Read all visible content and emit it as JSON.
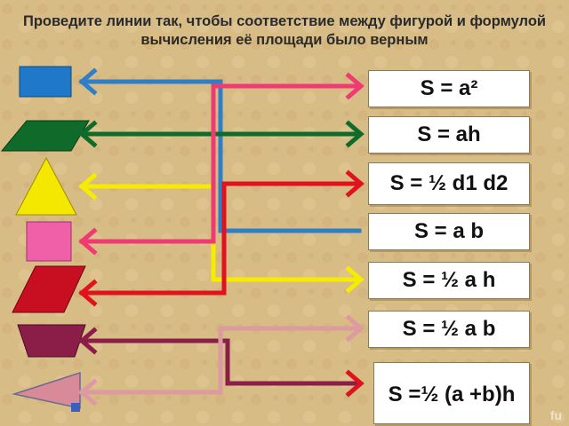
{
  "title": "Проведите линии так, чтобы соответствие между фигурой и формулой вычисления её площади было верным",
  "formulas": {
    "f1": "S = a²",
    "f2": "S = ah",
    "f3": "S = ½ d1 d2",
    "f4": "S = a b",
    "f5": "S = ½ a h",
    "f6": "S = ½ a b",
    "f7": "S =½ (a +b)h"
  },
  "watermark": "fu",
  "colors": {
    "square": "#1f78c8",
    "parallelogram": "#0f6b2a",
    "triangle": "#f5e800",
    "pink_square": "#f060a8",
    "rhombus": "#c80f22",
    "trapezoid": "#8a1e48",
    "right_triangle": "#d88a98"
  }
}
